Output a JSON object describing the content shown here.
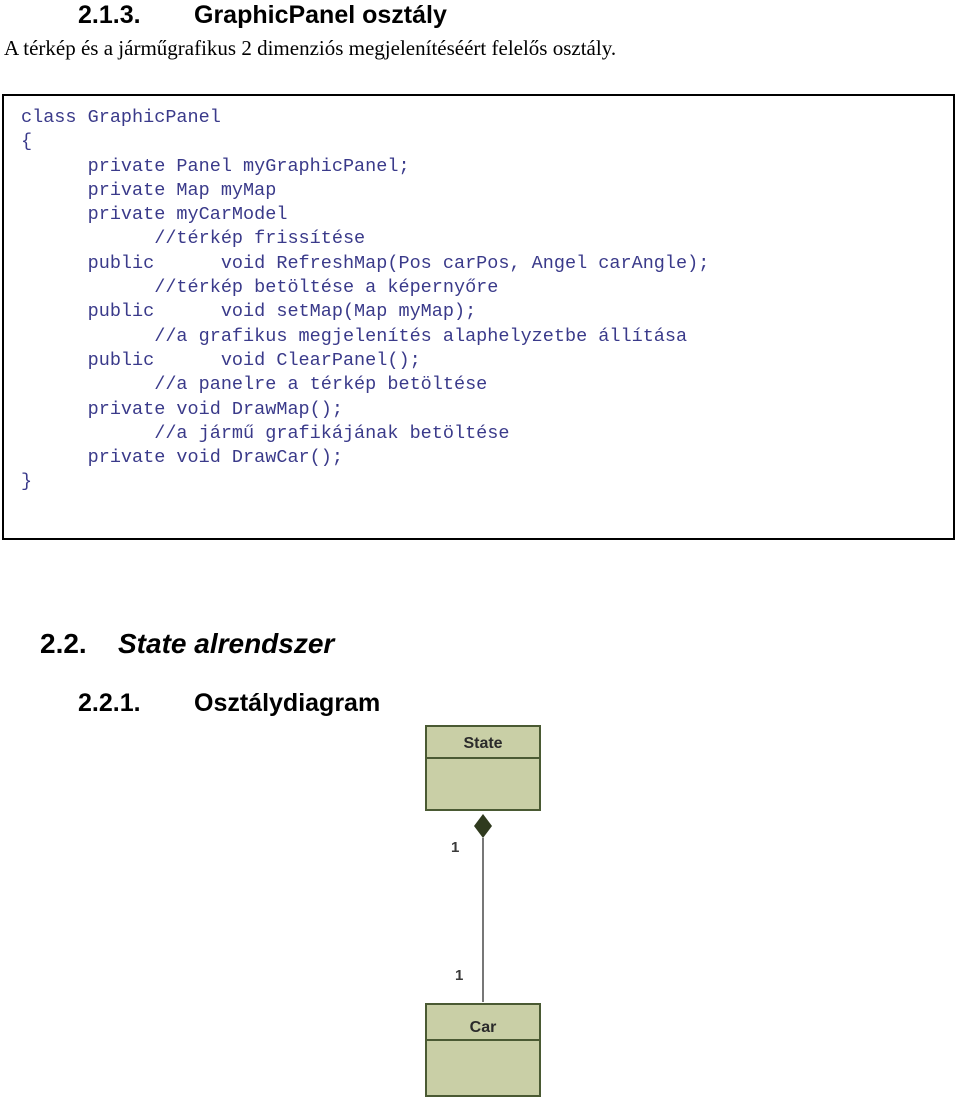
{
  "section_213": {
    "number": "2.1.3.",
    "title": "GraphicPanel osztály"
  },
  "intro": "A térkép és a járműgrafikus 2 dimenziós megjelenítéséért felelős osztály.",
  "code_lines": [
    "class GraphicPanel",
    "{",
    "      private Panel myGraphicPanel;",
    "      private Map myMap",
    "      private myCarModel",
    "            //térkép frissítése",
    "      public      void RefreshMap(Pos carPos, Angel carAngle);",
    "            //térkép betöltése a képernyőre",
    "      public      void setMap(Map myMap);",
    "            //a grafikus megjelenítés alaphelyzetbe állítása",
    "      public      void ClearPanel();",
    "            //a panelre a térkép betöltése",
    "      private void DrawMap();",
    "            //a jármű grafikájának betöltése",
    "      private void DrawCar();",
    "}"
  ],
  "section_22": {
    "number": "2.2.",
    "title": "State alrendszer"
  },
  "section_221": {
    "number": "2.2.1.",
    "title": "Osztálydiagram"
  },
  "diagram": {
    "class_top": "State",
    "class_bottom": "Car",
    "mult_top": "1",
    "mult_bottom": "1",
    "class_fill": "#c9cfa6",
    "class_stroke": "#4a5a33"
  }
}
